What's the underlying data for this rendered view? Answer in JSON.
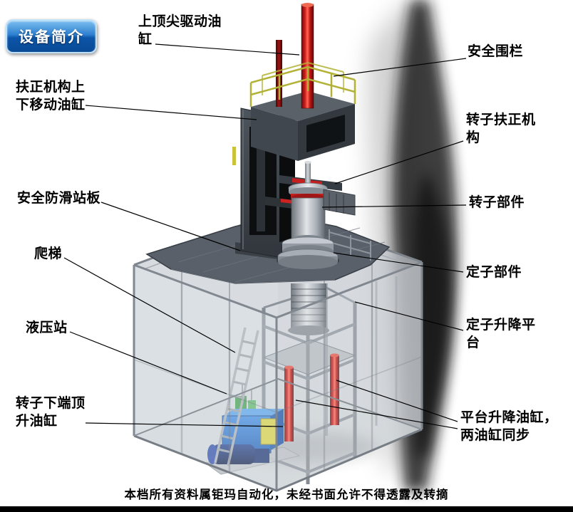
{
  "badge": {
    "label": "设备简介"
  },
  "callouts": [
    {
      "id": "top-spindle-drive-cylinder",
      "text": "上顶尖驱动油缸",
      "lines": [
        "上顶尖驱动油",
        "缸"
      ]
    },
    {
      "id": "safety-fence",
      "text": "安全围栏",
      "lines": [
        "安全围栏"
      ]
    },
    {
      "id": "centering-updown-cylinder",
      "text": "扶正机构上下移动油缸",
      "lines": [
        "扶正机构上",
        "下移动油缸"
      ]
    },
    {
      "id": "rotor-centering-mechanism",
      "text": "转子扶正机构",
      "lines": [
        "转子扶正机",
        "构"
      ]
    },
    {
      "id": "antislip-standing-plate",
      "text": "安全防滑站板",
      "lines": [
        "安全防滑站板"
      ]
    },
    {
      "id": "rotor-component",
      "text": "转子部件",
      "lines": [
        "转子部件"
      ]
    },
    {
      "id": "ladder",
      "text": "爬梯",
      "lines": [
        "爬梯"
      ]
    },
    {
      "id": "stator-component",
      "text": "定子部件",
      "lines": [
        "定子部件"
      ]
    },
    {
      "id": "hydraulic-station",
      "text": "液压站",
      "lines": [
        "液压站"
      ]
    },
    {
      "id": "stator-lift-platform",
      "text": "定子升降平台",
      "lines": [
        "定子升降平",
        "台"
      ]
    },
    {
      "id": "rotor-bottom-jack-cylinder",
      "text": "转子下端顶升油缸",
      "lines": [
        "转子下端顶",
        "升油缸"
      ]
    },
    {
      "id": "platform-lift-cylinders",
      "text": "平台升降油缸，两油缸同步",
      "lines": [
        "平台升降油缸，",
        "两油缸同步"
      ]
    }
  ],
  "footer": {
    "text": "本档所有资料属钜玛自动化，未经书面允许不得透露及转摘"
  },
  "colors": {
    "badge_blue": "#1565b8",
    "cylinder_red": "#d31d1d",
    "railing_yellow": "#b2b236",
    "hydraulic_blue": "#2f7fe0",
    "machine_gray": "#4d545b",
    "enclosure_gray": "#cdd2d7"
  }
}
